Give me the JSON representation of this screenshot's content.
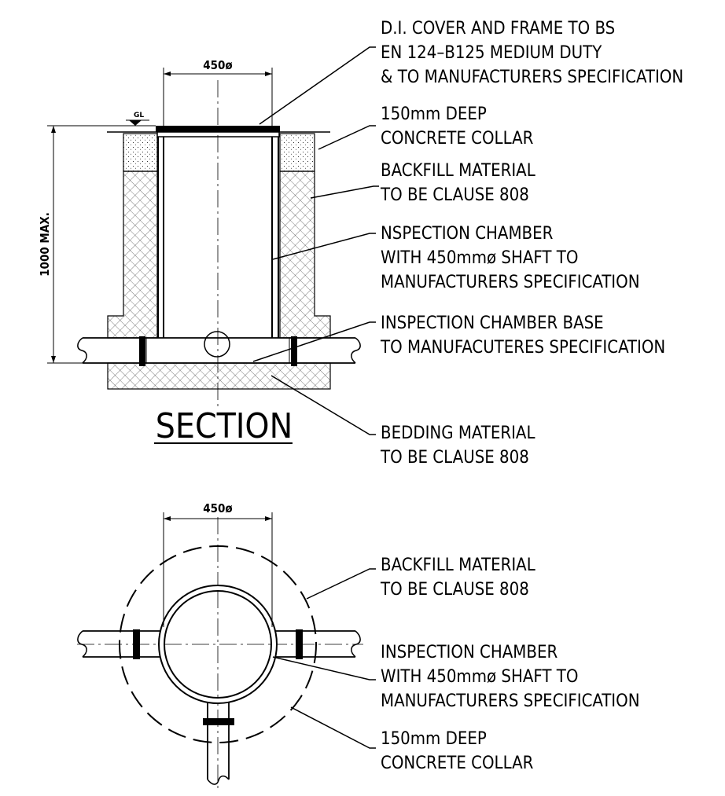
{
  "section": {
    "title": "SECTION",
    "dim_diameter": "450ø",
    "dim_depth": "1000 MAX.",
    "gl_label": "GL",
    "notes": [
      [
        "D.I. COVER AND FRAME TO BS",
        "EN 124–B125 MEDIUM DUTY",
        "& TO MANUFACTURERS SPECIFICATION"
      ],
      [
        "150mm DEEP",
        "CONCRETE COLLAR"
      ],
      [
        "BACKFILL MATERIAL",
        "TO BE CLAUSE 808"
      ],
      [
        "NSPECTION CHAMBER",
        "WITH 450mmø SHAFT TO",
        "MANUFACTURERS SPECIFICATION"
      ],
      [
        "INSPECTION CHAMBER BASE",
        "TO MANUFACUTERES SPECIFICATION"
      ],
      [
        "BEDDING MATERIAL",
        "TO BE CLAUSE 808"
      ]
    ]
  },
  "plan": {
    "dim_diameter": "450ø",
    "notes": [
      [
        "BACKFILL MATERIAL",
        "TO BE CLAUSE 808"
      ],
      [
        "INSPECTION CHAMBER",
        "WITH 450mmø SHAFT TO",
        "MANUFACTURERS SPECIFICATION"
      ],
      [
        "150mm DEEP",
        "CONCRETE COLLAR"
      ]
    ]
  }
}
